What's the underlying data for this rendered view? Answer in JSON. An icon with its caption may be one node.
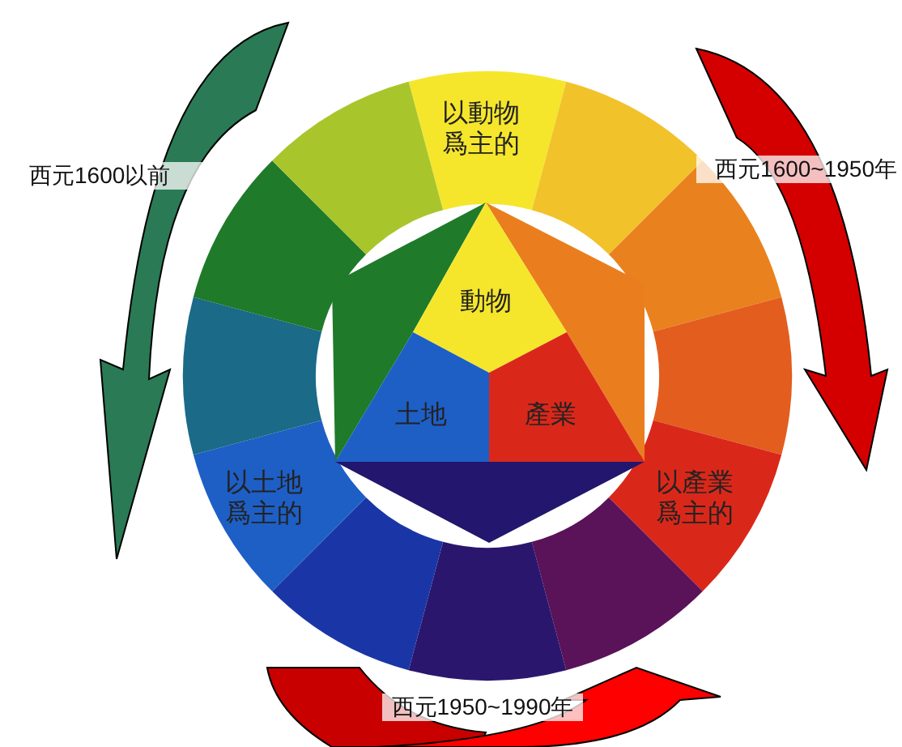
{
  "diagram": {
    "nodes": [
      {
        "text": [
          "以動物爲主的"
        ]
      },
      {
        "text": [
          "動物"
        ]
      },
      {
        "text": [
          "土地"
        ]
      },
      {
        "text": [
          "產業"
        ]
      },
      {
        "text": [
          "以土地爲主的"
        ]
      },
      {
        "text": [
          "以產業爲主的"
        ]
      }
    ],
    "labels": [
      "西元1600以前",
      "西元1600~1950年",
      "西元1950~1990年"
    ]
  }
}
